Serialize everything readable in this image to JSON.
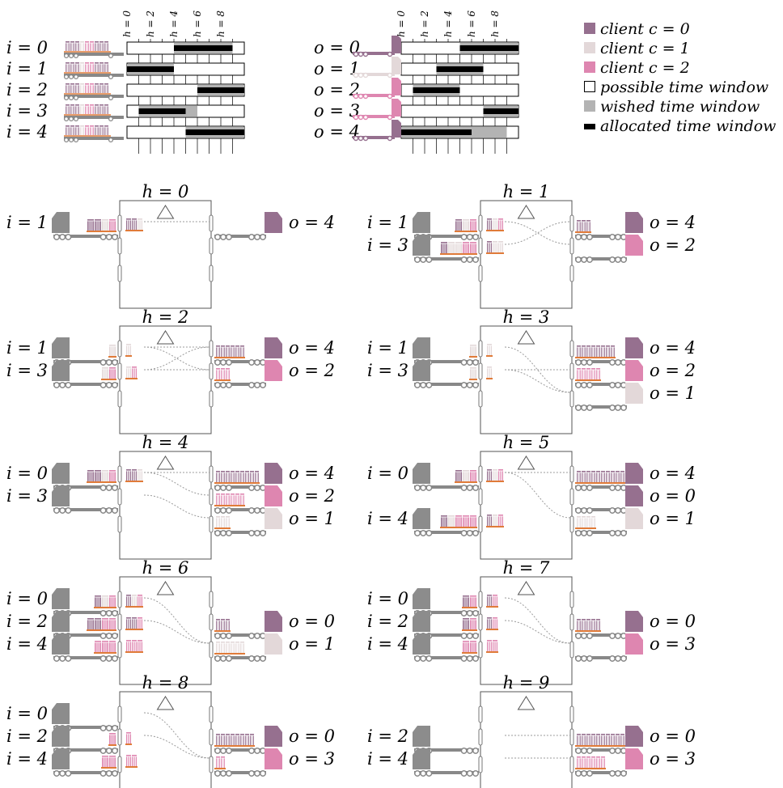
{
  "colors": {
    "client0": "#96708f",
    "client1": "#e3d8d9",
    "client2": "#de86b0",
    "truck": "#8c8c8c",
    "wished": "#b3b3b3",
    "allocated": "#000000",
    "accent": "#e07b39",
    "dashed": "#9a9a9a"
  },
  "legend": [
    {
      "label": "client c = 0",
      "kind": "client0"
    },
    {
      "label": "client c = 1",
      "kind": "client1"
    },
    {
      "label": "client c = 2",
      "kind": "client2"
    },
    {
      "label": "possible time window",
      "kind": "possible"
    },
    {
      "label": "wished time window",
      "kind": "wished"
    },
    {
      "label": "allocated time window",
      "kind": "allocated"
    }
  ],
  "tick_labels": [
    "h = 0",
    "h = 2",
    "h = 4",
    "h = 6",
    "h = 8"
  ],
  "inbound_timeline": [
    {
      "label": "i = 0",
      "wished": [
        4,
        9
      ],
      "allocated": [
        4,
        9
      ],
      "cargo": [
        0,
        0,
        0,
        1,
        2,
        2
      ]
    },
    {
      "label": "i = 1",
      "wished": [
        0,
        4
      ],
      "allocated": [
        0,
        4
      ],
      "cargo": [
        0,
        0,
        0,
        1,
        2,
        2
      ]
    },
    {
      "label": "i = 2",
      "wished": [
        6,
        10
      ],
      "allocated": [
        6,
        10
      ],
      "cargo": [
        0,
        0,
        0,
        1,
        2,
        2
      ]
    },
    {
      "label": "i = 3",
      "wished": [
        1,
        6
      ],
      "allocated": [
        1,
        5
      ],
      "cargo": [
        0,
        0,
        0,
        1,
        2,
        2
      ]
    },
    {
      "label": "i = 4",
      "wished": [
        5,
        10
      ],
      "allocated": [
        5,
        10
      ],
      "cargo": [
        0,
        0,
        0,
        1,
        2,
        2
      ]
    }
  ],
  "outbound_timeline": [
    {
      "label": "o = 0",
      "client": 0,
      "wished": [
        5,
        10
      ],
      "allocated": [
        5,
        10
      ]
    },
    {
      "label": "o = 1",
      "client": 1,
      "wished": [
        3,
        7
      ],
      "allocated": [
        3,
        7
      ]
    },
    {
      "label": "o = 2",
      "client": 2,
      "wished": [
        1,
        5
      ],
      "allocated": [
        1,
        5
      ]
    },
    {
      "label": "o = 3",
      "client": 2,
      "wished": [
        7,
        10
      ],
      "allocated": [
        7,
        10
      ]
    },
    {
      "label": "o = 4",
      "client": 0,
      "wished": [
        0,
        9
      ],
      "allocated": [
        0,
        6
      ]
    }
  ],
  "hours": [
    {
      "label": "h = 0",
      "in": [
        {
          "label": "i = 1",
          "slot": 0,
          "cargo": [
            0,
            0,
            1,
            2
          ]
        }
      ],
      "out": [
        {
          "label": "o = 4",
          "slot": 0,
          "client": 0,
          "load": 0
        }
      ],
      "links": [
        [
          0,
          0
        ]
      ]
    },
    {
      "label": "h = 1",
      "in": [
        {
          "label": "i = 1",
          "slot": 0,
          "cargo": [
            0,
            1,
            2
          ]
        },
        {
          "label": "i = 3",
          "slot": 1,
          "cargo": [
            0,
            1,
            1,
            2,
            2
          ]
        }
      ],
      "out": [
        {
          "label": "o = 4",
          "slot": 0,
          "client": 0,
          "load": 3
        },
        {
          "label": "o = 2",
          "slot": 1,
          "client": 2,
          "load": 0
        }
      ],
      "links": [
        [
          0,
          1
        ],
        [
          1,
          0
        ]
      ]
    },
    {
      "label": "h = 2",
      "in": [
        {
          "label": "i = 1",
          "slot": 0,
          "cargo": [
            1
          ]
        },
        {
          "label": "i = 3",
          "slot": 1,
          "cargo": [
            1,
            2
          ]
        }
      ],
      "out": [
        {
          "label": "o = 4",
          "slot": 0,
          "client": 0,
          "load": 6
        },
        {
          "label": "o = 2",
          "slot": 1,
          "client": 2,
          "load": 3
        }
      ],
      "links": [
        [
          0,
          0
        ],
        [
          0,
          1
        ],
        [
          1,
          0
        ],
        [
          1,
          1
        ]
      ]
    },
    {
      "label": "h = 3",
      "in": [
        {
          "label": "i = 1",
          "slot": 0,
          "cargo": [
            1
          ]
        },
        {
          "label": "i = 3",
          "slot": 1,
          "cargo": [
            1
          ]
        }
      ],
      "out": [
        {
          "label": "o = 4",
          "slot": 0,
          "client": 0,
          "load": 8
        },
        {
          "label": "o = 2",
          "slot": 1,
          "client": 2,
          "load": 5
        },
        {
          "label": "o = 1",
          "slot": 2,
          "client": 1,
          "load": 0
        }
      ],
      "links": [
        [
          0,
          2
        ],
        [
          1,
          1
        ],
        [
          1,
          2
        ]
      ]
    },
    {
      "label": "h = 4",
      "in": [
        {
          "label": "i = 0",
          "slot": 0,
          "cargo": [
            0,
            0,
            1,
            2
          ]
        },
        {
          "label": "i = 3",
          "slot": 1,
          "cargo": []
        }
      ],
      "out": [
        {
          "label": "o = 4",
          "slot": 0,
          "client": 0,
          "load": 9
        },
        {
          "label": "o = 2",
          "slot": 1,
          "client": 2,
          "load": 6
        },
        {
          "label": "o = 1",
          "slot": 2,
          "client": 1,
          "load": 3
        }
      ],
      "links": [
        [
          0,
          0
        ],
        [
          0,
          1
        ],
        [
          1,
          2
        ]
      ]
    },
    {
      "label": "h = 5",
      "in": [
        {
          "label": "i = 0",
          "slot": 0,
          "cargo": [
            0,
            1,
            2
          ]
        },
        {
          "label": "i = 4",
          "slot": 2,
          "cargo": [
            0,
            1,
            2,
            2,
            2
          ]
        }
      ],
      "out": [
        {
          "label": "o = 4",
          "slot": 0,
          "client": 0,
          "load": 10
        },
        {
          "label": "o = 0",
          "slot": 1,
          "client": 0,
          "load": 0
        },
        {
          "label": "o = 1",
          "slot": 2,
          "client": 1,
          "load": 4
        }
      ],
      "links": [
        [
          0,
          0
        ],
        [
          0,
          2
        ],
        [
          2,
          1
        ],
        [
          2,
          0
        ]
      ]
    },
    {
      "label": "h = 6",
      "in": [
        {
          "label": "i = 0",
          "slot": 0,
          "cargo": [
            0,
            1,
            2
          ]
        },
        {
          "label": "i = 2",
          "slot": 1,
          "cargo": [
            0,
            0,
            2,
            2
          ]
        },
        {
          "label": "i = 4",
          "slot": 2,
          "cargo": [
            2,
            2,
            2
          ]
        }
      ],
      "out": [
        {
          "label": "o = 0",
          "slot": 1,
          "client": 0,
          "load": 3
        },
        {
          "label": "o = 1",
          "slot": 2,
          "client": 1,
          "load": 6
        }
      ],
      "links": [
        [
          0,
          1
        ],
        [
          0,
          2
        ],
        [
          1,
          1
        ],
        [
          2,
          2
        ]
      ]
    },
    {
      "label": "h = 7",
      "in": [
        {
          "label": "i = 0",
          "slot": 0,
          "cargo": [
            0,
            2
          ]
        },
        {
          "label": "i = 2",
          "slot": 1,
          "cargo": [
            0,
            2
          ]
        },
        {
          "label": "i = 4",
          "slot": 2,
          "cargo": [
            2,
            2
          ]
        }
      ],
      "out": [
        {
          "label": "o = 0",
          "slot": 1,
          "client": 0,
          "load": 5
        },
        {
          "label": "o = 3",
          "slot": 2,
          "client": 2,
          "load": 0
        }
      ],
      "links": [
        [
          0,
          1
        ],
        [
          1,
          1
        ],
        [
          2,
          2
        ]
      ]
    },
    {
      "label": "h = 8",
      "in": [
        {
          "label": "i = 0",
          "slot": 0,
          "cargo": []
        },
        {
          "label": "i = 2",
          "slot": 1,
          "cargo": [
            2
          ]
        },
        {
          "label": "i = 4",
          "slot": 2,
          "cargo": [
            2,
            2
          ]
        }
      ],
      "out": [
        {
          "label": "o = 0",
          "slot": 1,
          "client": 0,
          "load": 8
        },
        {
          "label": "o = 3",
          "slot": 2,
          "client": 2,
          "load": 2
        }
      ],
      "links": [
        [
          0,
          1
        ],
        [
          1,
          1
        ],
        [
          1,
          2
        ],
        [
          2,
          2
        ]
      ]
    },
    {
      "label": "h = 9",
      "in": [
        {
          "label": "i = 2",
          "slot": 1,
          "cargo": []
        },
        {
          "label": "i = 4",
          "slot": 2,
          "cargo": []
        }
      ],
      "out": [
        {
          "label": "o = 0",
          "slot": 1,
          "client": 0,
          "load": 10
        },
        {
          "label": "o = 3",
          "slot": 2,
          "client": 2,
          "load": 6
        }
      ],
      "links": [
        [
          0,
          0
        ],
        [
          1,
          1
        ]
      ]
    }
  ]
}
